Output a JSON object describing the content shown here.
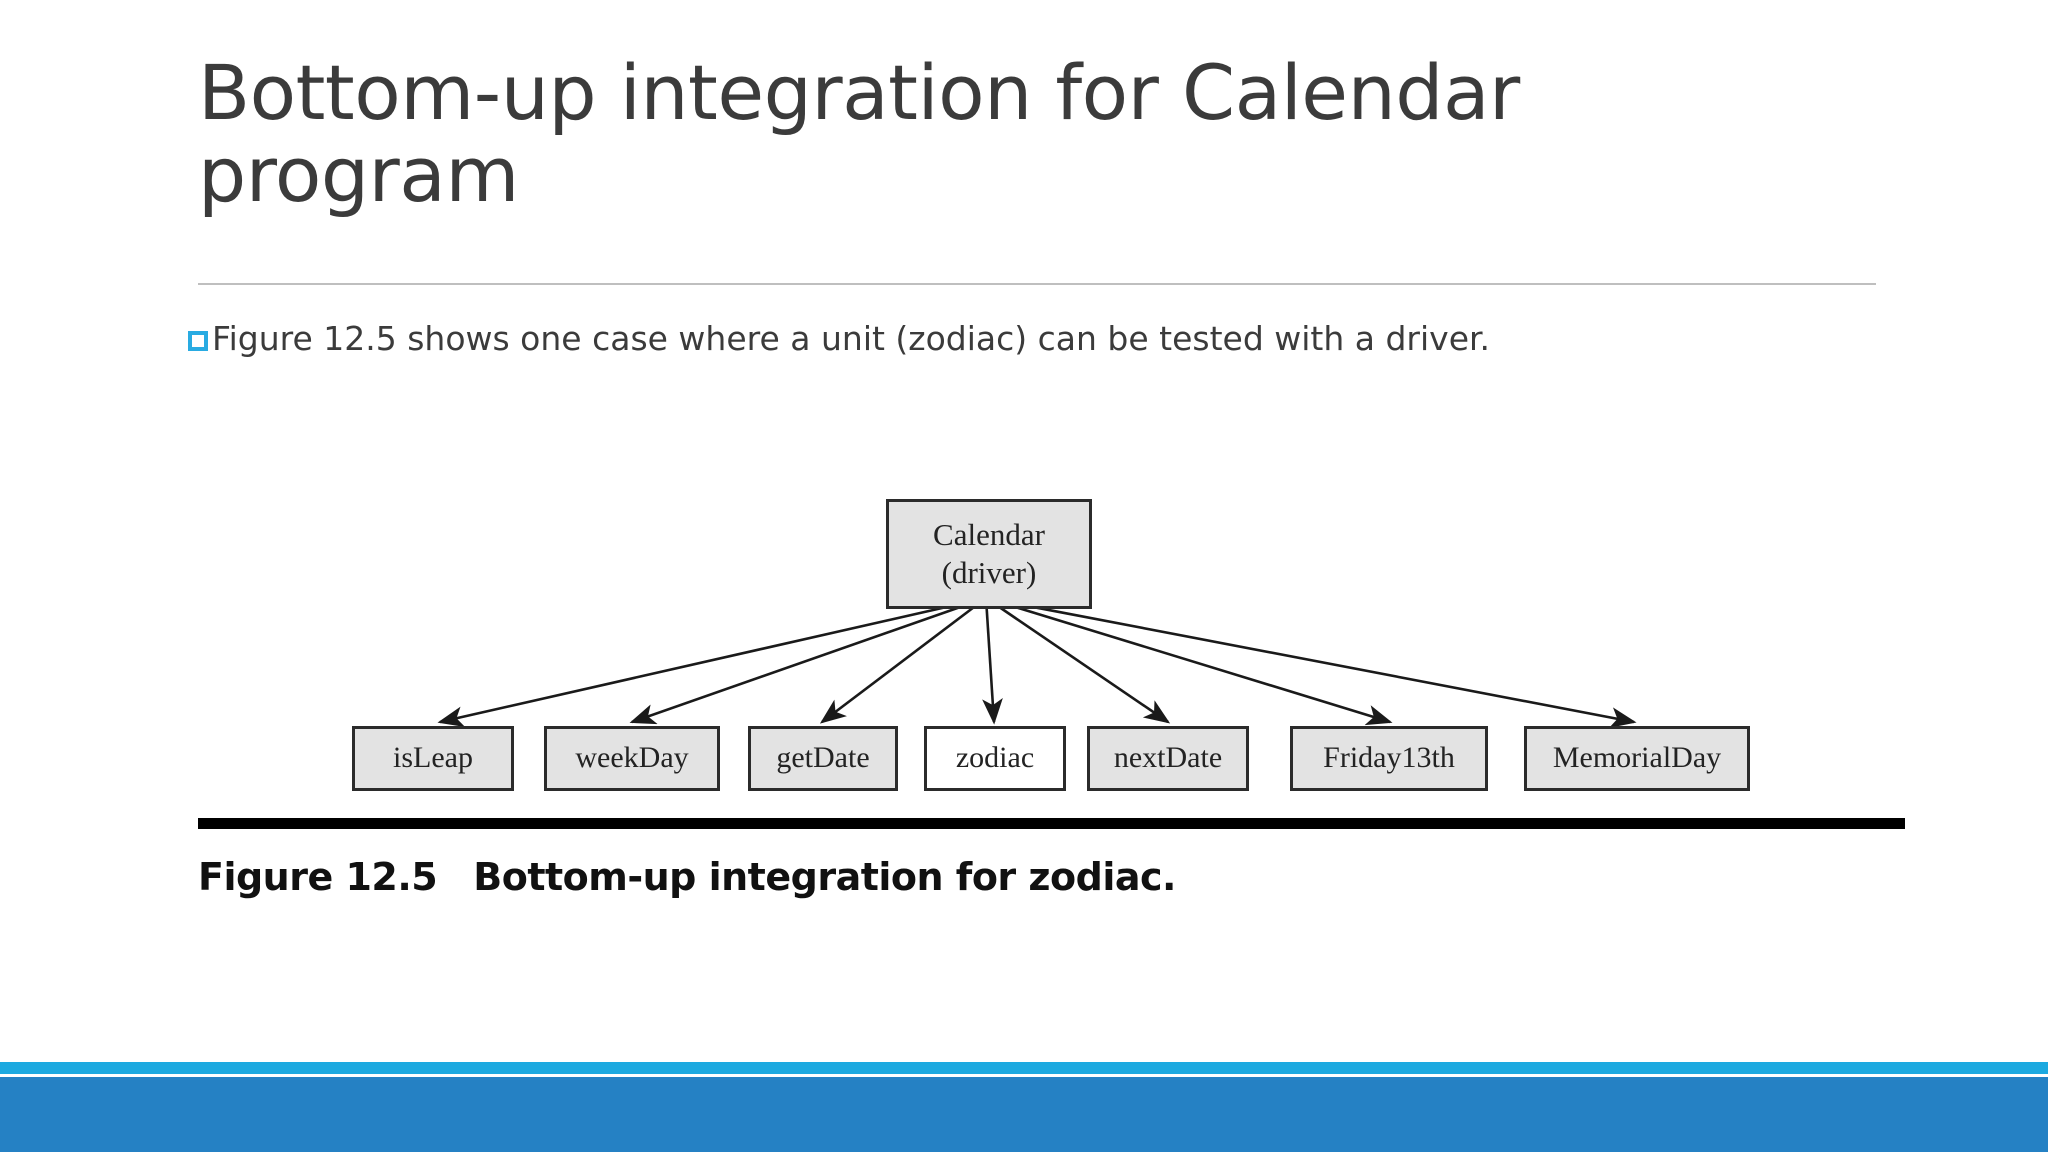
{
  "slide": {
    "title": "Bottom-up integration for Calendar program",
    "bullet": {
      "marker": "hollow-square-bullet",
      "text": "Figure 12.5 shows one case where a unit (zodiac) can be tested with a driver."
    }
  },
  "figure": {
    "caption_number": "Figure 12.5",
    "caption_text": "Bottom-up integration for zodiac.",
    "root": {
      "line1": "Calendar",
      "line2": "(driver)",
      "fill": "#e3e3e3"
    },
    "leaves": [
      {
        "label": "isLeap",
        "fill": "#e3e3e3"
      },
      {
        "label": "weekDay",
        "fill": "#e3e3e3"
      },
      {
        "label": "getDate",
        "fill": "#e3e3e3"
      },
      {
        "label": "zodiac",
        "fill": "#ffffff"
      },
      {
        "label": "nextDate",
        "fill": "#e3e3e3"
      },
      {
        "label": "Friday13th",
        "fill": "#e3e3e3"
      },
      {
        "label": "MemorialDay",
        "fill": "#e3e3e3"
      }
    ]
  },
  "colors": {
    "title_text": "#3b3b3b",
    "bullet_accent": "#29ABE2",
    "bar_light": "#1CA9E0",
    "bar_dark": "#2581C4",
    "rule_gray": "#bfbfbf",
    "diagram_line": "#1a1a1a"
  }
}
